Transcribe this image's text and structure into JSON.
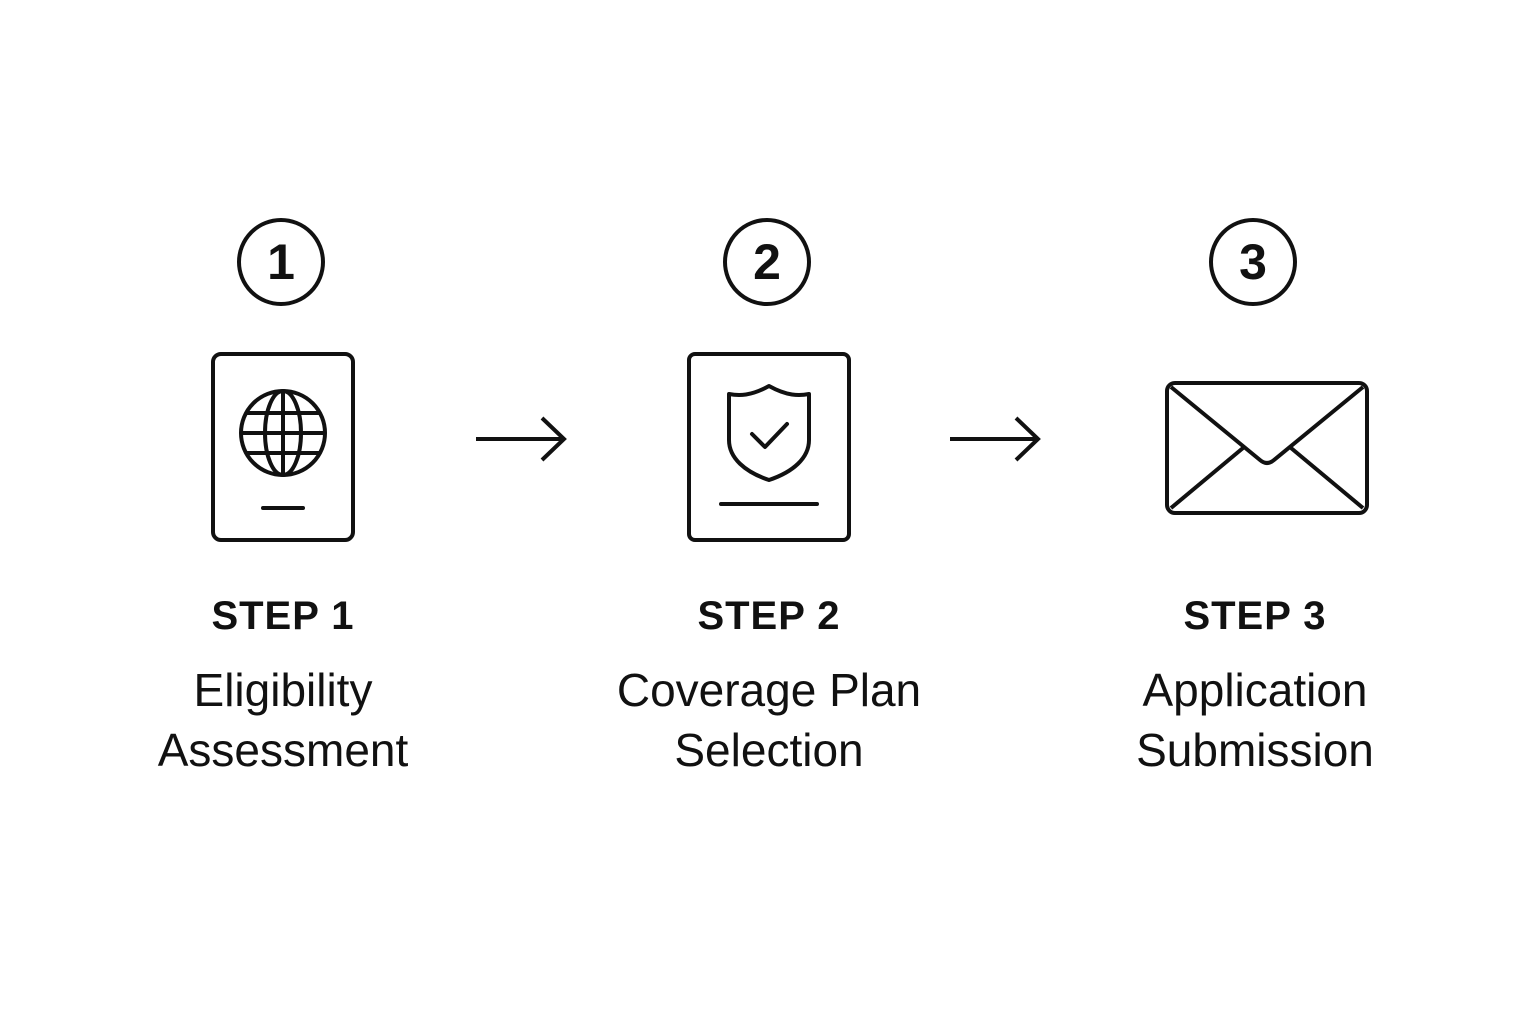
{
  "steps": [
    {
      "number": "1",
      "label": "STEP 1",
      "title_lines": [
        "Eligibility",
        "Assessment"
      ],
      "icon": "passport-globe-icon"
    },
    {
      "number": "2",
      "label": "STEP 2",
      "title_lines": [
        "Coverage Plan",
        "Selection"
      ],
      "icon": "shield-check-document-icon"
    },
    {
      "number": "3",
      "label": "STEP 3",
      "title_lines": [
        "Application",
        "Submission"
      ],
      "icon": "envelope-icon"
    }
  ],
  "connector_icon": "arrow-right-icon",
  "colors": {
    "stroke": "#111111",
    "background": "#ffffff"
  }
}
